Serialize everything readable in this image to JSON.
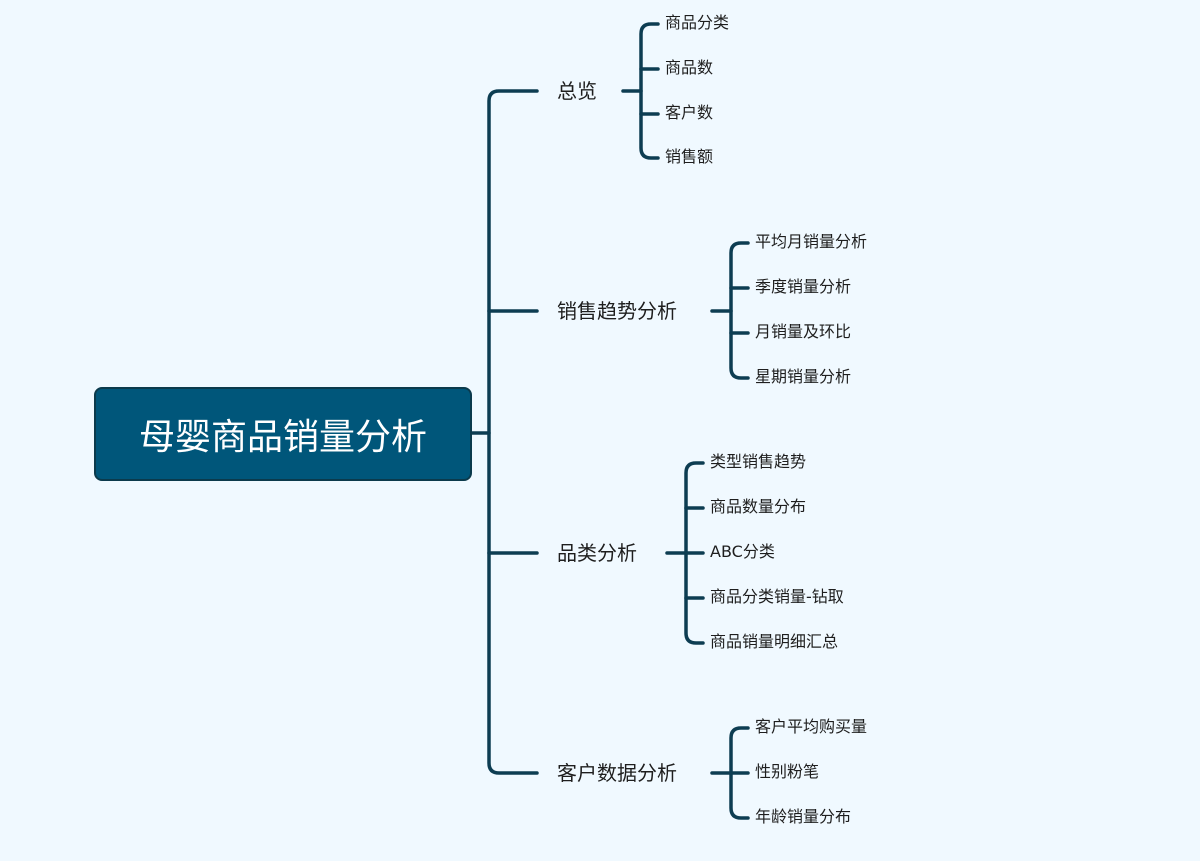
{
  "root": "母婴商品销量分析",
  "branches": [
    {
      "label": "总览",
      "leaves": [
        "商品分类",
        "商品数",
        "客户数",
        "销售额"
      ]
    },
    {
      "label": "销售趋势分析",
      "leaves": [
        "平均月销量分析",
        "季度销量分析",
        "月销量及环比",
        "星期销量分析"
      ]
    },
    {
      "label": "品类分析",
      "leaves": [
        "类型销售趋势",
        "商品数量分布",
        "ABC分类",
        "商品分类销量-钻取",
        "商品销量明细汇总"
      ]
    },
    {
      "label": "客户数据分析",
      "leaves": [
        "客户平均购买量",
        "性别粉笔",
        "年龄销量分布"
      ]
    }
  ],
  "colors": {
    "line": "#0d3d52",
    "root_fill": "#00567a",
    "background": "#f0f9ff"
  }
}
